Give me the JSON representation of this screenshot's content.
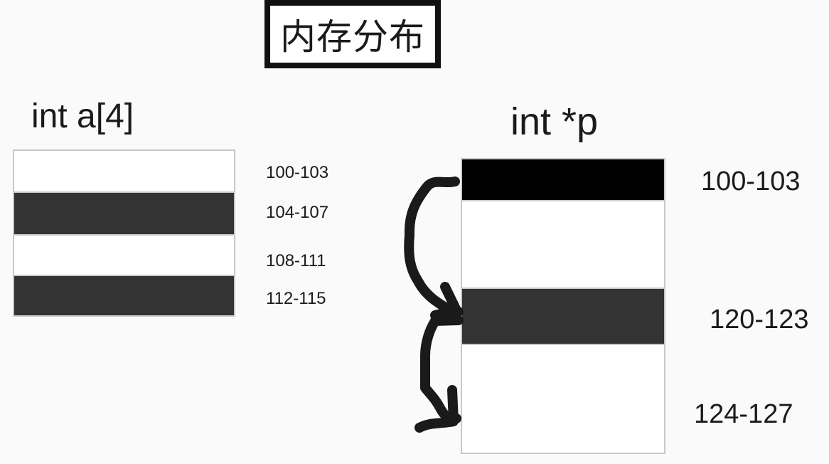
{
  "title": "内存分布",
  "colors": {
    "background": "#fafafa",
    "white_cell": "#ffffff",
    "dark_cell": "#333333",
    "black_cell": "#000000",
    "arrow": "#1a1a1a",
    "border": "#c8c8c8"
  },
  "array": {
    "label": "int a[4]",
    "cells": [
      {
        "fill": "white",
        "address": "100-103"
      },
      {
        "fill": "dark",
        "address": "104-107"
      },
      {
        "fill": "white",
        "address": "108-111"
      },
      {
        "fill": "dark",
        "address": "112-115"
      }
    ]
  },
  "pointer": {
    "label": "int *p",
    "cells": [
      {
        "fill": "black",
        "address": "100-103"
      },
      {
        "fill": "white",
        "address": ""
      },
      {
        "fill": "dark",
        "address": "120-123"
      },
      {
        "fill": "white",
        "address": "124-127"
      }
    ],
    "arrows": [
      {
        "from": "100-103",
        "to": "120-123"
      },
      {
        "from": "120-123",
        "to": "124-127"
      }
    ]
  }
}
